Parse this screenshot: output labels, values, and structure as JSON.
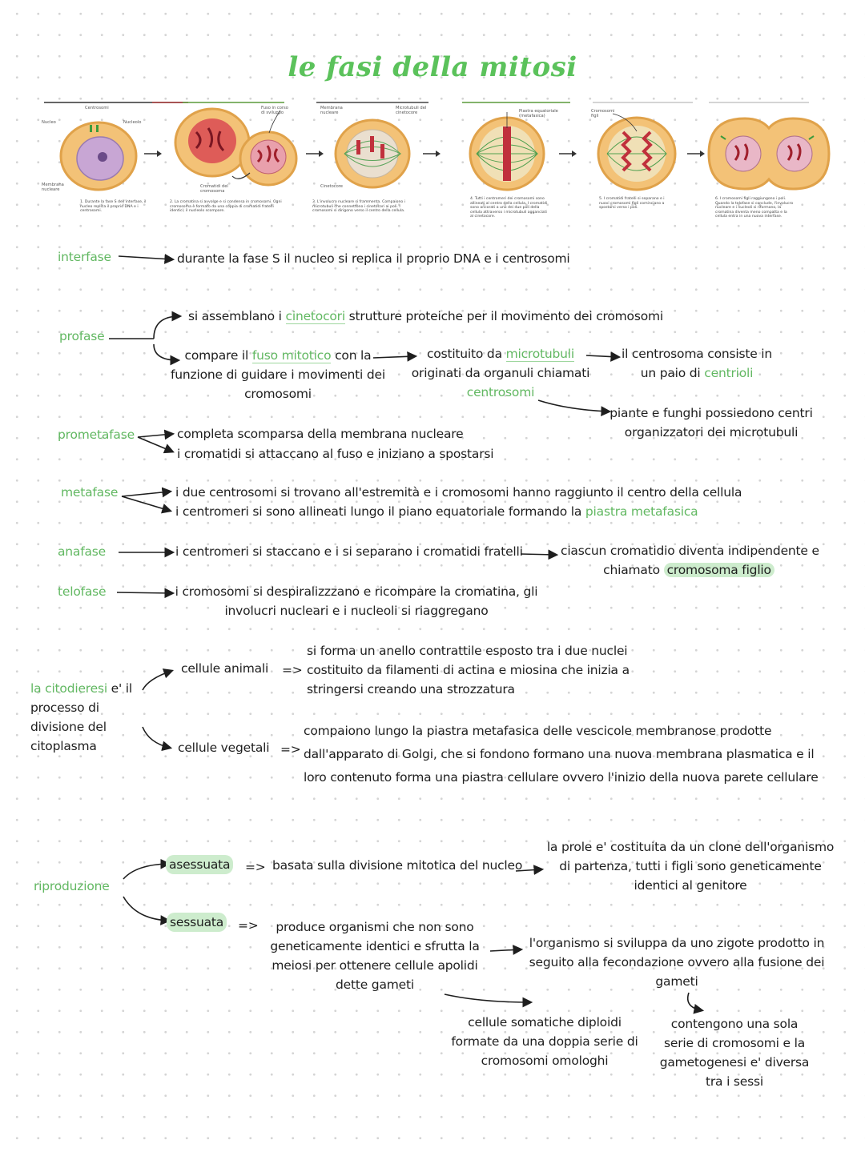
{
  "title": "le fasi della mitosi",
  "figure": {
    "labels": {
      "nucleo": "Nucleo",
      "centrosomi": "Centrosomi",
      "nucleolo": "Nucleolo",
      "membrana_nucleare": "Membrana nucleare",
      "fuso": "Fuso in corso di sviluppo",
      "cromatidi": "Cromatidi del cromosoma",
      "membrana_nucleare_2": "Membrana nucleare",
      "microtubuli_cinetocore": "Microtubuli del cinetocore",
      "cinetocore": "Cinetocore",
      "piastra": "Piastra equatoriale (metafasica)",
      "cromosomi_figli": "Cromosomi figli"
    },
    "captions": [
      "1. Durante la fase S dell'interfase, il nucleo replica il proprio DNA e i centrosomi.",
      "2. La cromatina si avvolge e si condensa in cromosomi. Ogni cromosoma è formato da una coppia di cromatidi fratelli identici; il nucleolo scompare.",
      "3. L'involucro nucleare si frammenta. Compaiono i microtubuli che connettono i cinetocori ai poli. I cromosomi si dirigono verso il centro della cellula.",
      "4. Tutti i centromeri dei cromosomi sono allineati al centro della cellula. I cromatidi sono ancorati a uno dei due poli della cellula attraverso i microtubuli agganciati al cinetocore.",
      "5. I cromatidi fratelli si separano e i nuovi cromosomi figli cominciano a spostarsi verso i poli.",
      "6. I cromosomi figli raggiungono i poli. Quando la telofase si conclude, l'involucro nucleare e i nucleoli si riformano, la cromatina diventa meno compatta e la cellula entra in una nuova interfase."
    ]
  },
  "interfase": {
    "label": "interfase",
    "text": "durante la fase S il nucleo si replica il proprio DNA e i centrosomi"
  },
  "profase": {
    "label": "profase",
    "line1_pre": "si assemblano i ",
    "line1_hl": "cinetocori",
    "line1_post": " strutture proteiche per il movimento dei cromosomi",
    "fuso_pre": "compare il ",
    "fuso_hl": "fuso mitotico",
    "fuso_post": " con la",
    "fuso_l2": "funzione di guidare i movimenti dei",
    "fuso_l3": "cromosomi",
    "micro_pre": "costituito da ",
    "micro_hl": "microtubuli",
    "micro_l2": "originati da organuli chiamati",
    "micro_l3": "centrosomi",
    "centro_l1": "il centrosoma consiste in",
    "centro_pre": "un paio di ",
    "centro_hl": "centrioli",
    "piante_l1": "piante e funghi possiedono centri",
    "piante_l2": "organizzatori dei microtubuli"
  },
  "prometafase": {
    "label": "prometafase",
    "line1": "completa scomparsa della membrana nucleare",
    "line2": "i cromatidi si attaccano al fuso e iniziano a spostarsi"
  },
  "metafase": {
    "label": "metafase",
    "line1": "i due centrosomi si trovano all'estremità  e i cromosomi hanno raggiunto il centro della cellula",
    "line2_pre": "i centromeri si sono allineati lungo il piano equatoriale formando la ",
    "line2_hl": "piastra metafasica"
  },
  "anafase": {
    "label": "anafase",
    "text": "i centromeri si staccano e i si separano i cromatidi fratelli",
    "result_l1": "ciascun cromatidio diventa indipendente e",
    "result_pre": "chiamato ",
    "result_hl": "cromosoma figlio"
  },
  "telofase": {
    "label": "telofase",
    "line1": "i cromosomi si despiralizzzano e ricompare la cromatina, gli",
    "line2": "involucri nucleari e i nucleoli si riaggregano"
  },
  "citodieresi": {
    "label_hl": "la citodieresi",
    "label_post": " e' il",
    "label_l2": "processo di",
    "label_l3": "divisione del",
    "label_l4": "citoplasma",
    "animali": "cellule animali",
    "animali_arrow": "=>",
    "animali_l1": "si forma un anello contrattile esposto tra i due nuclei",
    "animali_l2": "costituito da filamenti di actina e miosina che inizia a",
    "animali_l3": "stringersi creando una strozzatura",
    "vegetali": "cellule vegetali",
    "vegetali_arrow": "=>",
    "vegetali_l1": "compaiono lungo la piastra metafasica delle vescicole membranose  prodotte",
    "vegetali_l2": "dall'apparato di Golgi, che si fondono formano una nuova membrana plasmatica e il",
    "vegetali_l3": "loro contenuto forma una piastra cellulare ovvero l'inizio della nuova parete cellulare"
  },
  "riproduzione": {
    "label": "riproduzione",
    "asessuata": "asessuata",
    "asessuata_arrow": "=>",
    "asessuata_text": "basata sulla divisione mitotica del nucleo",
    "asessuata_r1": "la prole e' costituita da un clone dell'organismo",
    "asessuata_r2": "di partenza, tutti i figli sono geneticamente",
    "asessuata_r3": "identici al genitore",
    "sessuata": "sessuata",
    "sessuata_arrow": "=>",
    "sessuata_l1": "produce organismi che non sono",
    "sessuata_l2": "geneticamente identici e sfrutta la",
    "sessuata_l3": "meiosi per ottenere cellule apolidi",
    "sessuata_l4": "dette gameti",
    "zigote_l1": "l'organismo si sviluppa da uno zigote prodotto in",
    "zigote_l2": "seguito alla fecondazione ovvero alla fusione dei",
    "zigote_l3": "gameti",
    "somatiche_l1": "cellule somatiche diploidi",
    "somatiche_l2": "formate da una doppia serie di",
    "somatiche_l3": "cromosomi omologhi",
    "gameti_l1": "contengono una sola",
    "gameti_l2": "serie di cromosomi e la",
    "gameti_l3": "gametogenesi e' diversa",
    "gameti_l4": "tra i sessi"
  }
}
